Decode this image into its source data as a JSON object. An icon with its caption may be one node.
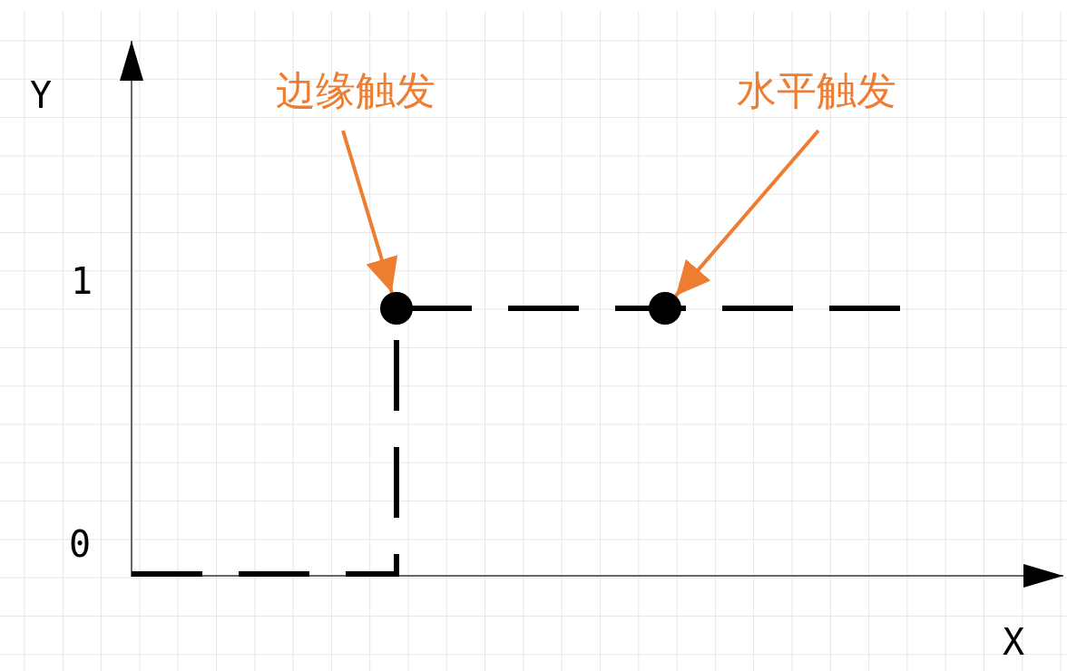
{
  "diagram": {
    "nodes": [
      {
        "text": [
          "边缘触发"
        ]
      },
      {
        "text": [
          "水平触发"
        ]
      },
      {
        "text": [],
        "shape": "circle"
      },
      {
        "text": [],
        "shape": "circle"
      }
    ],
    "edges": [
      {
        "from": 0,
        "to": 2,
        "arrow": "to"
      },
      {
        "from": 1,
        "to": 3,
        "arrow": "to"
      }
    ],
    "labels": [
      "Y",
      "1",
      "0",
      "X"
    ]
  }
}
